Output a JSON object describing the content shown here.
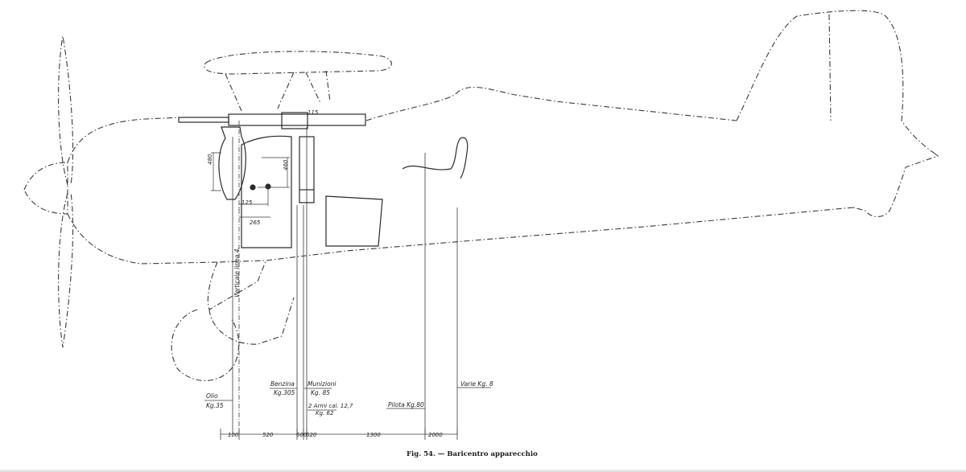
{
  "caption": "Fig. 54. — Baricentro apparecchio",
  "loads": {
    "olio": {
      "name": "Olio",
      "weight": "Kg.35"
    },
    "benzina": {
      "name": "Benzina",
      "weight": "Kg.305"
    },
    "munizioni": {
      "name": "Munizioni",
      "weight": "Kg. 85"
    },
    "armi": {
      "name": "2 Armi cal. 12,7",
      "weight": "Kg. 62"
    },
    "pilota": {
      "name": "Pilota Kg.80"
    },
    "varie": {
      "name": "Varie Kg. 8"
    }
  },
  "vertical_ref": "Verticale linea 4.",
  "dimensions": {
    "d100": "100",
    "d520": "520",
    "d600": "600",
    "d620": "620",
    "d1300": "1300",
    "d2000": "2000",
    "d480": "480",
    "d460": "460",
    "d265": "265",
    "d125": "125",
    "d115": "115"
  },
  "colors": {
    "line": "#3a3a3a",
    "background": "#ffffff"
  }
}
